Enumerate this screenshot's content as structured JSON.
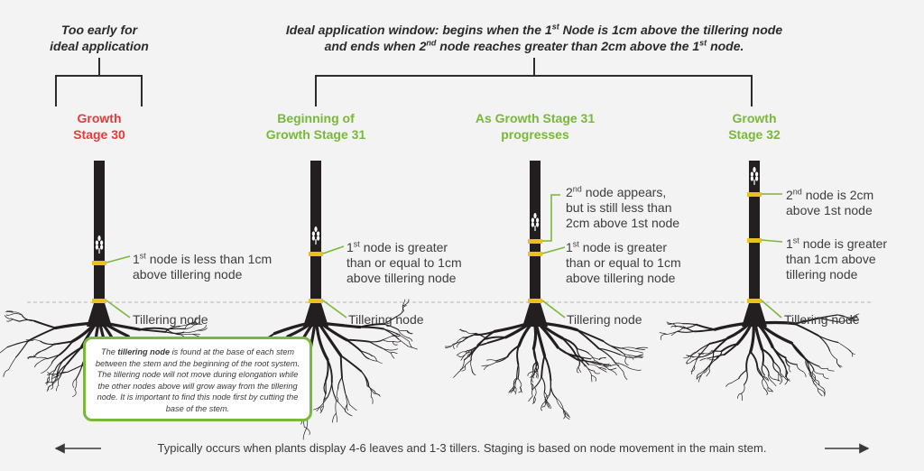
{
  "header": {
    "early_line1": "Too early for",
    "early_line2": "ideal application",
    "ideal_line1_pre": "Ideal application window: begins when the 1",
    "ideal_line1_sup": "st",
    "ideal_line1_post": " Node is 1cm above the tillering node",
    "ideal_line2_pre": "and ends when 2",
    "ideal_line2_sup": "nd",
    "ideal_line2_mid": " node reaches greater than 2cm above the 1",
    "ideal_line2_sup2": "st",
    "ideal_line2_post": " node."
  },
  "stages": [
    {
      "title_line1": "Growth",
      "title_line2": "Stage 30",
      "color": "#e23b3b"
    },
    {
      "title_line1": "Beginning of",
      "title_line2": "Growth Stage 31",
      "color": "#79b83a"
    },
    {
      "title_line1": "As Growth Stage 31",
      "title_line2": "progresses",
      "color": "#79b83a"
    },
    {
      "title_line1": "Growth",
      "title_line2": "Stage 32",
      "color": "#79b83a"
    }
  ],
  "notes": {
    "s1_node_sup": "st",
    "s1_node_line1": " node is less than 1cm",
    "s1_node_line2": "above tillering node",
    "s2_node_sup": "st",
    "s2_node_line1": " node is greater",
    "s2_node_line2": "than or equal to 1cm",
    "s2_node_line3": "above tillering node",
    "s3_node2_sup": "nd",
    "s3_node2_line1": " node appears,",
    "s3_node2_line2": "but is still less than",
    "s3_node2_line3": "2cm above 1st node",
    "s3_node1_sup": "st",
    "s3_node1_line1": " node is greater",
    "s3_node1_line2": "than or equal to 1cm",
    "s3_node1_line3": "above tillering node",
    "s4_node2_sup": "nd",
    "s4_node2_line1": " node is 2cm",
    "s4_node2_line2": "above 1st node",
    "s4_node1_sup": "st",
    "s4_node1_line1": " node is greater",
    "s4_node1_line2": "than 1cm above",
    "s4_node1_line3": "tillering node",
    "tillering_label": "Tillering node",
    "digit_1": "1",
    "digit_2": "2"
  },
  "info_box": {
    "pre": "The ",
    "bold": "tillering node",
    "post": " is found at the base of each stem between the stem and the beginning of the root system. The tillering node will not move during elongation while the other nodes above will grow away from the tillering node. It is important to find this node first by cutting the base of the stem."
  },
  "footer": {
    "text": "Typically occurs when plants display 4-6 leaves and 1-3 tillers. Staging is based on node movement in the main stem."
  },
  "colors": {
    "green": "#79b83a",
    "red": "#e23b3b",
    "node_yellow": "#e8c21c",
    "stem": "#231f20",
    "background": "#f3f3f3"
  }
}
